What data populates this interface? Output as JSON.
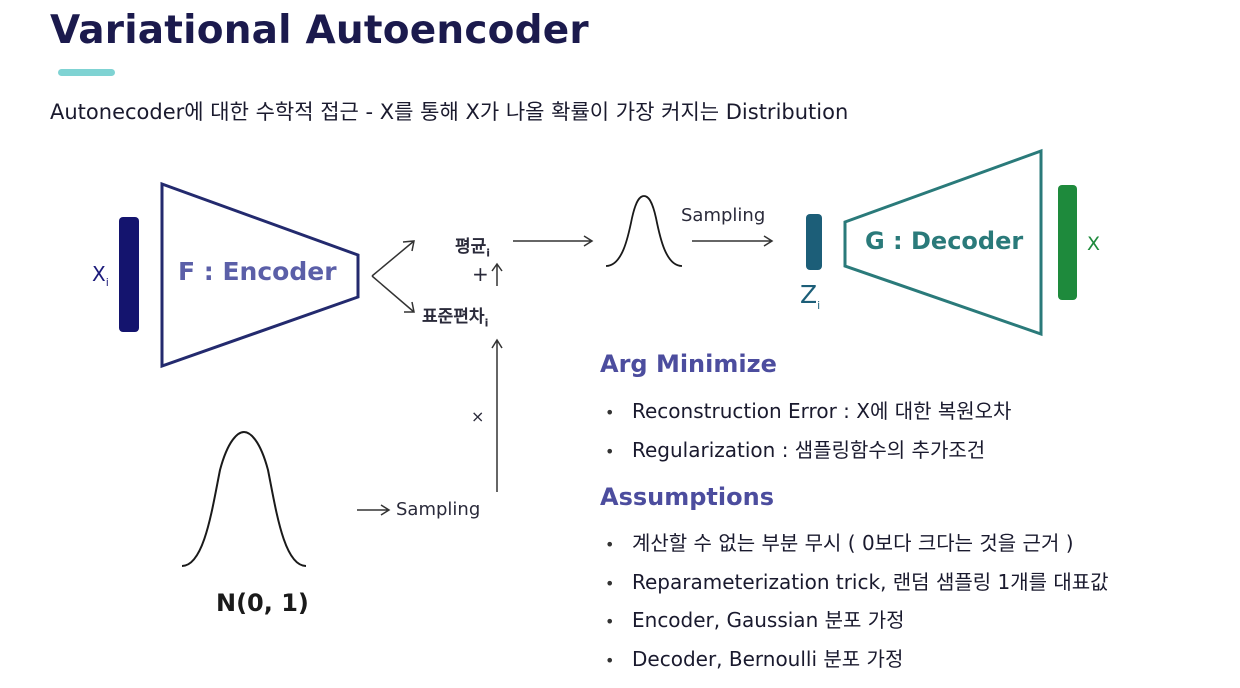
{
  "title": "Variational Autoencoder",
  "subtitle": "Autonecoder에 대한 수학적 접근 - X를 통해 X가 나올 확률이 가장 커지는 Distribution",
  "diagram": {
    "input_label": "X",
    "input_sub": "i",
    "encoder_label": "F : Encoder",
    "mean_label": "평균",
    "mean_sub": "i",
    "plus": "+",
    "std_label": "표준편차",
    "std_sub": "i",
    "times": "×",
    "sampling_top": "Sampling",
    "sampling_bottom": "Sampling",
    "z_label": "Z",
    "z_sub": "i",
    "decoder_label": "G : Decoder",
    "output_label": "X",
    "normal_label": "N(0, 1)",
    "colors": {
      "encoder": "#232a6e",
      "decoder": "#2a7a7a",
      "input_bar": "#14146e",
      "z_bar": "#1c5e78",
      "output_bar": "#1e8a3c"
    }
  },
  "arg_minimize": {
    "heading": "Arg Minimize",
    "items": [
      "Reconstruction Error : X에 대한 복원오차",
      "Regularization : 샘플링함수의 추가조건"
    ]
  },
  "assumptions": {
    "heading": "Assumptions",
    "items": [
      "계산할 수 없는 부분 무시 ( 0보다 크다는 것을 근거 )",
      "Reparameterization trick, 랜덤 샘플링 1개를 대표값",
      "Encoder, Gaussian 분포 가정",
      "Decoder, Bernoulli 분포 가정"
    ]
  }
}
